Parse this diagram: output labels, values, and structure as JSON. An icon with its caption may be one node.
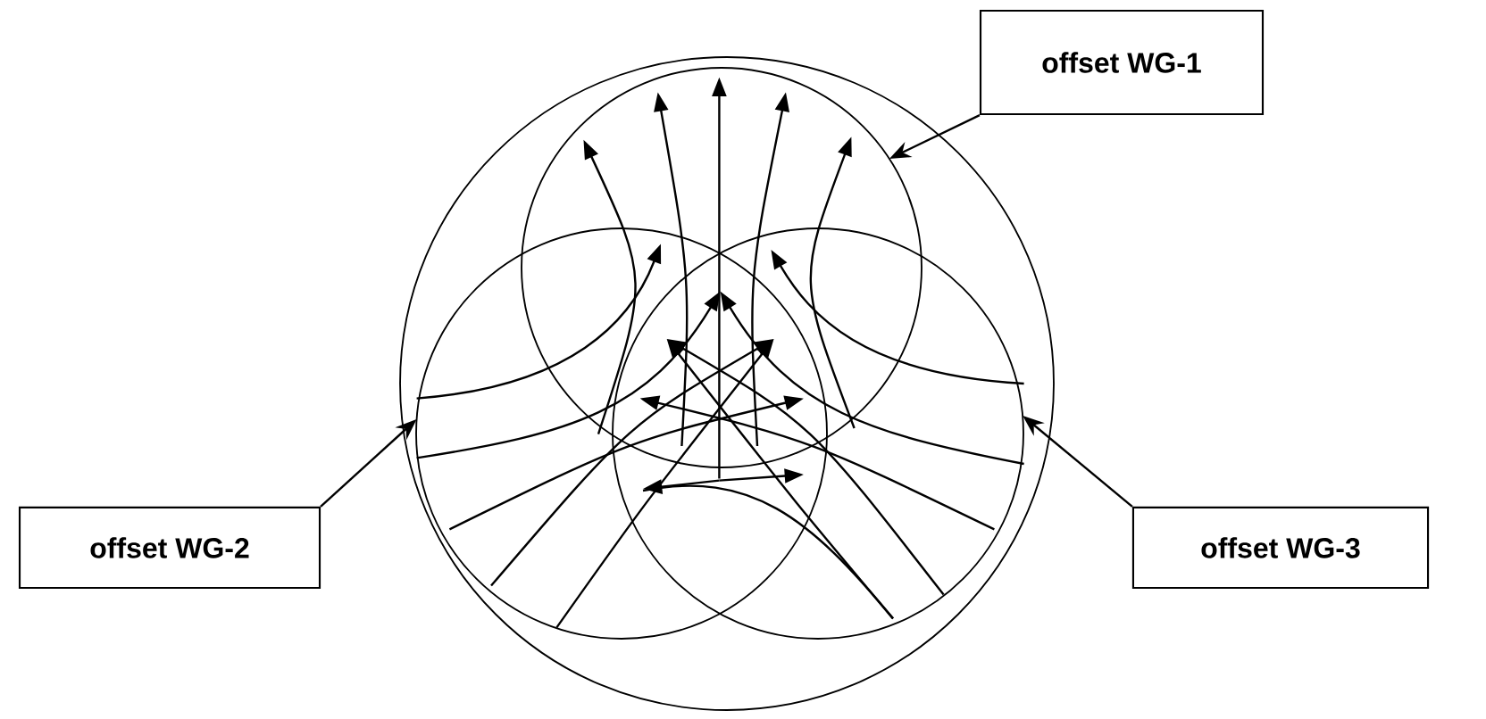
{
  "diagram": {
    "nodes": [
      {
        "text": [
          "offset WG-1"
        ]
      },
      {
        "text": [
          "offset WG-2"
        ]
      },
      {
        "text": [
          "offset WG-3"
        ]
      }
    ],
    "edges": [
      {
        "from": 0,
        "to": null,
        "arrow": "to"
      },
      {
        "from": 1,
        "to": null,
        "arrow": "to"
      },
      {
        "from": 2,
        "to": null,
        "arrow": "to"
      }
    ]
  }
}
